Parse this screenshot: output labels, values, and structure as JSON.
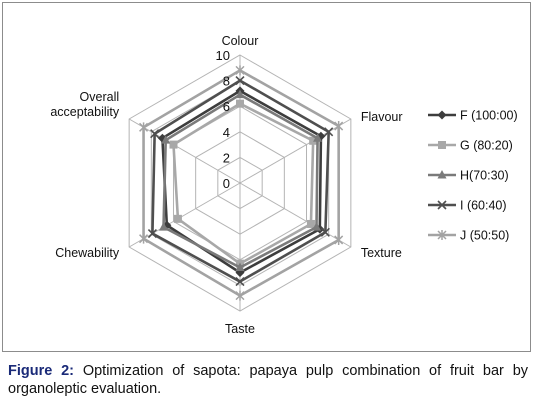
{
  "chart_data": {
    "type": "radar",
    "axes": [
      "Colour",
      "Flavour",
      "Texture",
      "Taste",
      "Chewability",
      "Overall acceptability"
    ],
    "rlim": [
      0,
      10
    ],
    "ticks": [
      "0",
      "2",
      "4",
      "6",
      "8",
      "10"
    ],
    "grid": true,
    "legend_position": "right",
    "series": [
      {
        "name": "F (100:00)",
        "values": [
          7.2,
          7.3,
          7.2,
          7.0,
          6.6,
          7.0
        ],
        "color": "#3d3d3d",
        "marker": "diamond"
      },
      {
        "name": "G (80:20)",
        "values": [
          6.2,
          6.6,
          6.4,
          6.3,
          5.6,
          6.0
        ],
        "color": "#a8a8a8",
        "marker": "square"
      },
      {
        "name": "H(70:30)",
        "values": [
          6.9,
          7.0,
          6.9,
          6.6,
          6.9,
          6.7
        ],
        "color": "#7a7a7a",
        "marker": "triangle"
      },
      {
        "name": "I (60:40)",
        "values": [
          8.0,
          8.0,
          7.7,
          7.7,
          7.9,
          7.7
        ],
        "color": "#4f4f4f",
        "marker": "x"
      },
      {
        "name": "J (50:50)",
        "values": [
          8.8,
          8.9,
          8.9,
          8.8,
          8.7,
          8.7
        ],
        "color": "#a3a3a3",
        "marker": "star"
      }
    ]
  },
  "caption": {
    "lead": "Figure 2:",
    "text": " Optimization of sapota: papaya pulp combination of fruit bar by organoleptic evaluation."
  }
}
